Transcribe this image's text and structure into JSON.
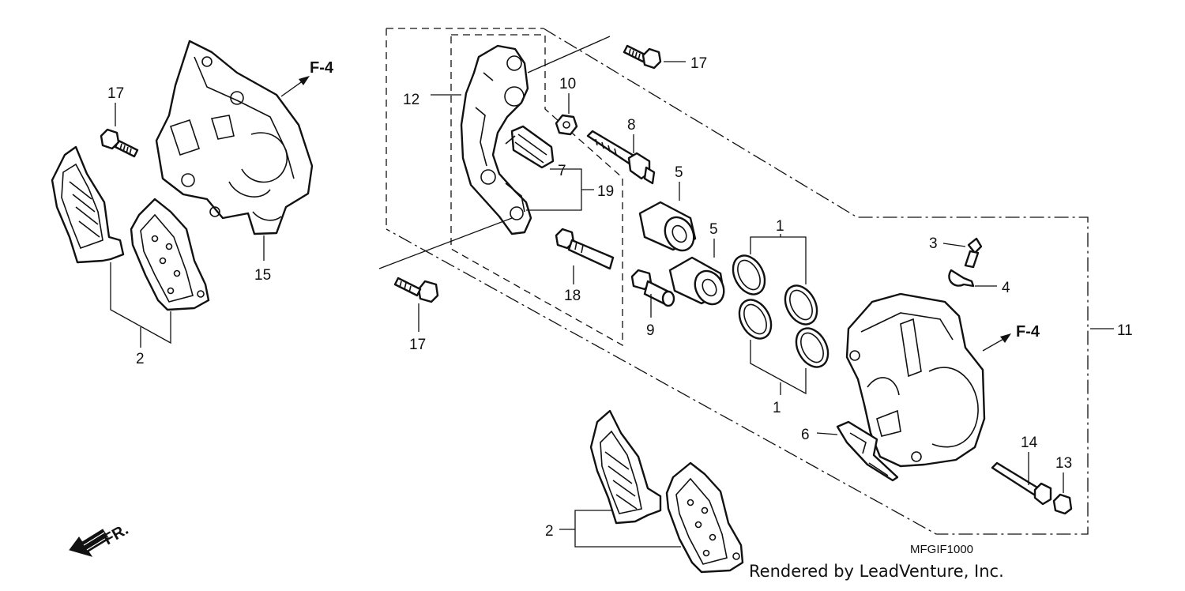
{
  "diagram": {
    "callouts": {
      "left_bolt_17": "17",
      "left_pads_2": "2",
      "left_bracket_15": "15",
      "left_ref_f4": "F-4",
      "bracket_12": "12",
      "top_bolt_17": "17",
      "nut_10": "10",
      "pin_8": "8",
      "spring_7": "7",
      "set_19": "19",
      "piston_5a": "5",
      "piston_5b": "5",
      "seal_set_1_top": "1",
      "seal_set_1_bottom": "1",
      "pin_18": "18",
      "bolt_9": "9",
      "lower_bolt_17": "17",
      "bleeder_3": "3",
      "cap_4": "4",
      "caliper_set_11": "11",
      "right_ref_f4": "F-4",
      "plate_6": "6",
      "bottom_pads_2": "2",
      "pin_14": "14",
      "clip_13": "13"
    },
    "direction_label": "FR.",
    "diagram_code": "MFGIF1000",
    "credit": "Rendered by LeadVenture, Inc."
  }
}
